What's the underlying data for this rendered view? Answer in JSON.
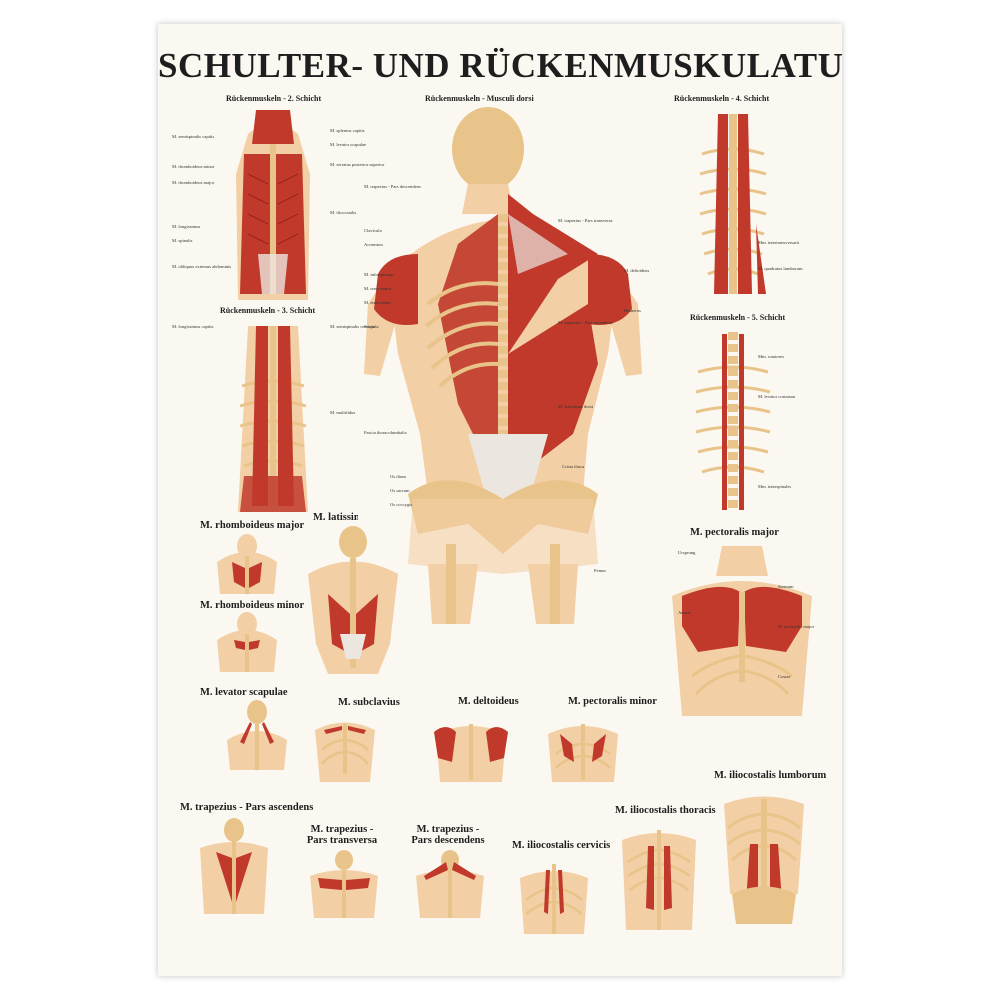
{
  "title": "SCHULTER- UND RÜCKENMUSKULATUR",
  "panels": {
    "ruecken2": "Rückenmuskeln - 2. Schicht",
    "ruecken3": "Rückenmuskeln - 3. Schicht",
    "musculi_dorsi": "Rückenmuskeln - Musculi dorsi",
    "ruecken4": "Rückenmuskeln - 4. Schicht",
    "ruecken5": "Rückenmuskeln - 5. Schicht",
    "rhomboideus_major": "M. rhomboideus major",
    "rhomboideus_minor": "M. rhomboideus minor",
    "latissimus_dorsi": "M. latissimus dorsi",
    "pectoralis_major": "M. pectoralis major",
    "levator_scapulae": "M. levator scapulae",
    "subclavius": "M. subclavius",
    "deltoideus": "M. deltoideus",
    "pectoralis_minor": "M. pectoralis minor",
    "iliocostalis_lumborum": "M. iliocostalis lumborum",
    "trapezius_ascendens": "M. trapezius - Pars ascendens",
    "trapezius_transversa_1": "M. trapezius -",
    "trapezius_transversa_2": "Pars transversa",
    "trapezius_descendens_1": "M. trapezius -",
    "trapezius_descendens_2": "Pars descendens",
    "iliocostalis_cervicis": "M. iliocostalis cervicis",
    "iliocostalis_thoracis": "M. iliocostalis thoracis"
  },
  "labels": {
    "l1": "M. semispinalis capitis",
    "l2": "M. splenius capitis",
    "l3": "M. levator scapulae",
    "l4": "M. rhomboideus minor",
    "l5": "M. rhomboideus major",
    "l6": "M. serratus posterior superior",
    "l7": "M. iliocostalis",
    "l8": "M. longissimus",
    "l9": "M. spinalis",
    "l10": "M. obliquus externus abdominis",
    "l11": "M. trapezius - Pars descendens",
    "l12": "M. trapezius - Pars transversa",
    "l13": "M. trapezius - Pars ascendens",
    "l14": "M. deltoideus",
    "l15": "M. infraspinatus",
    "l16": "M. teres minor",
    "l17": "M. teres major",
    "l18": "M. latissimus dorsi",
    "l19": "Fascia thoracolumbalis",
    "l20": "Crista iliaca",
    "l21": "Os ilium",
    "l22": "Os sacrum",
    "l23": "Os coccygis",
    "l24": "Femur",
    "l25": "Scapula",
    "l26": "Humerus",
    "l27": "Acromion",
    "l28": "Clavicula",
    "l29": "M. longissimus capitis",
    "l30": "M. semispinalis cervicis",
    "l31": "M. multifidus",
    "l32": "Mm. rotatores",
    "l33": "Mm. intertransversarii",
    "l34": "M. quadratus lumborum",
    "l35": "Ursprung",
    "l36": "Ansatz",
    "l37": "Costae",
    "l38": "Sternum",
    "l39": "M. pectoralis major",
    "l40": "M. levator costarum",
    "l41": "Mm. interspinales"
  },
  "palette": {
    "muscle": "#c0392b",
    "muscle_dark": "#8e1f14",
    "bone": "#e9c48a",
    "bone_dark": "#c89a5a",
    "skin": "#f3cfa5",
    "tendon": "#ece6e0",
    "title": "#1e1e1e",
    "page": "#fbf8f1"
  }
}
